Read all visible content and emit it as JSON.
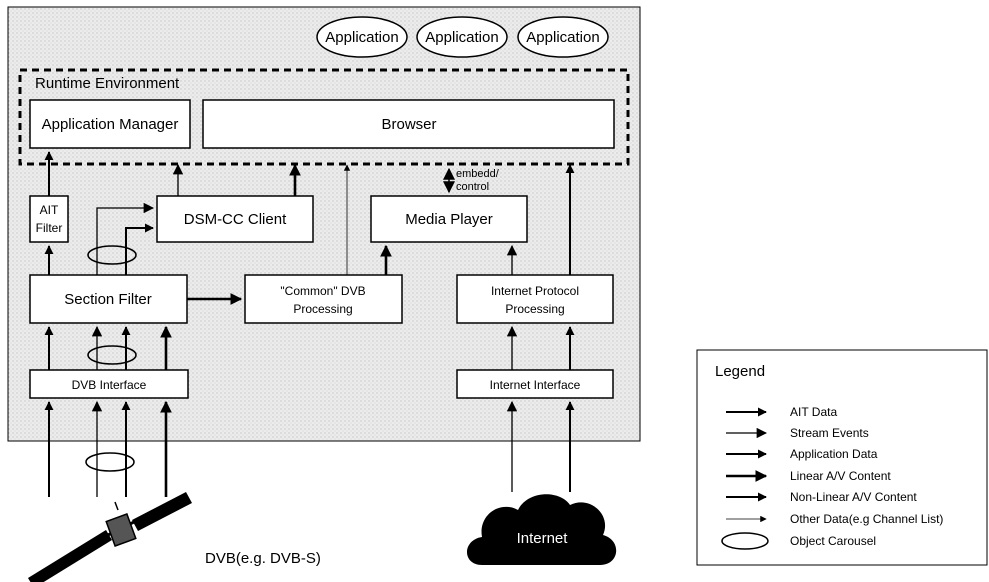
{
  "colors": {
    "background_panel": "#eeeeee",
    "ink": "#000000",
    "cloud_fill": "#000000",
    "cloud_text": "#ffffff",
    "box_fill": "#ffffff"
  },
  "applications": [
    "Application",
    "Application",
    "Application"
  ],
  "runtime": {
    "title": "Runtime Environment",
    "app_manager": "Application Manager",
    "browser": "Browser"
  },
  "blocks": {
    "ait_filter_line1": "AIT",
    "ait_filter_line2": "Filter",
    "dsmcc_client": "DSM-CC Client",
    "media_player": "Media Player",
    "section_filter": "Section Filter",
    "common_dvb_line1": "\"Common\" DVB",
    "common_dvb_line2": "Processing",
    "ip_processing_line1": "Internet Protocol",
    "ip_processing_line2": "Processing",
    "dvb_interface": "DVB Interface",
    "internet_interface": "Internet Interface"
  },
  "embedd_label_line1": "embedd/",
  "embedd_label_line2": "control",
  "sources": {
    "dvb": "DVB(e.g. DVB-S)",
    "internet": "Internet"
  },
  "legend": {
    "title": "Legend",
    "items": [
      {
        "label": "AIT Data",
        "style": "ait"
      },
      {
        "label": "Stream Events",
        "style": "stream"
      },
      {
        "label": "Application Data",
        "style": "appdata"
      },
      {
        "label": "Linear A/V Content",
        "style": "linear"
      },
      {
        "label": "Non-Linear A/V Content",
        "style": "nonlinear"
      },
      {
        "label": "Other Data(e.g Channel List)",
        "style": "other"
      },
      {
        "label": "Object Carousel",
        "style": "carousel"
      }
    ]
  }
}
